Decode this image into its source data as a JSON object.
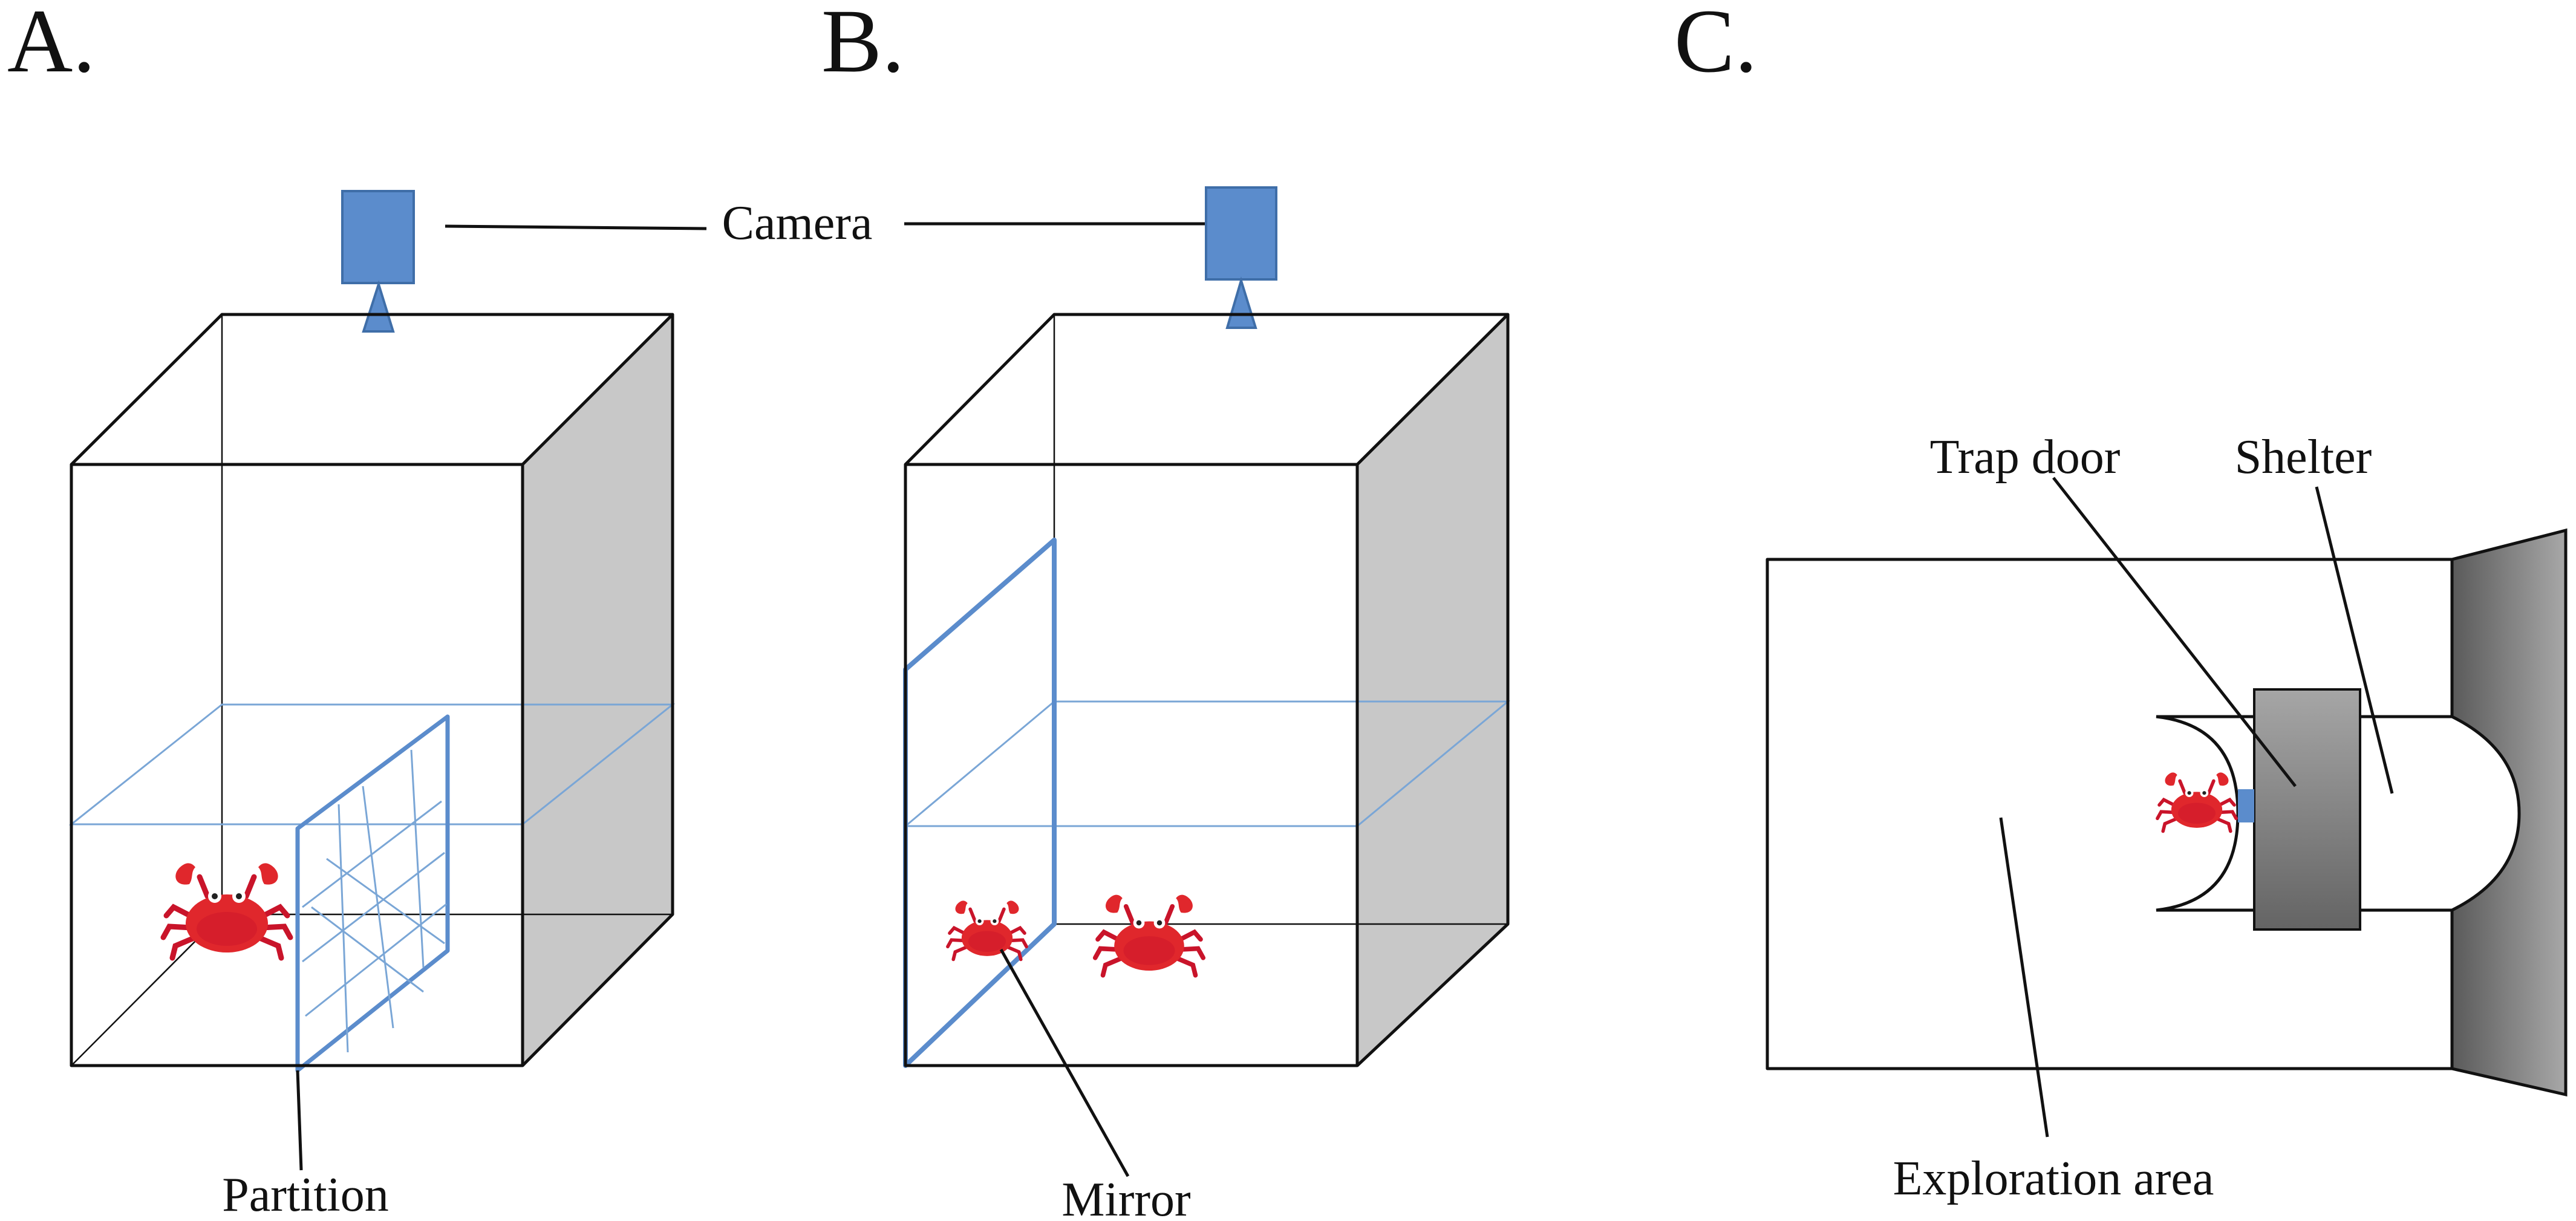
{
  "panels": {
    "a": {
      "letter": "A.",
      "partition_label": "Partition"
    },
    "b": {
      "letter": "B.",
      "mirror_label": "Mirror"
    },
    "c": {
      "letter": "C.",
      "trap_door_label": "Trap door",
      "shelter_label": "Shelter",
      "exploration_label": "Exploration area"
    }
  },
  "camera_label": "Camera",
  "colors": {
    "camera": "#5b8ccc",
    "camera_edge": "#3f6ea8",
    "water_line": "#7aa6d6",
    "side_wall": "#c8c8c8",
    "crab": "#e0272c",
    "shelter_gray": "#7a7a7a"
  }
}
